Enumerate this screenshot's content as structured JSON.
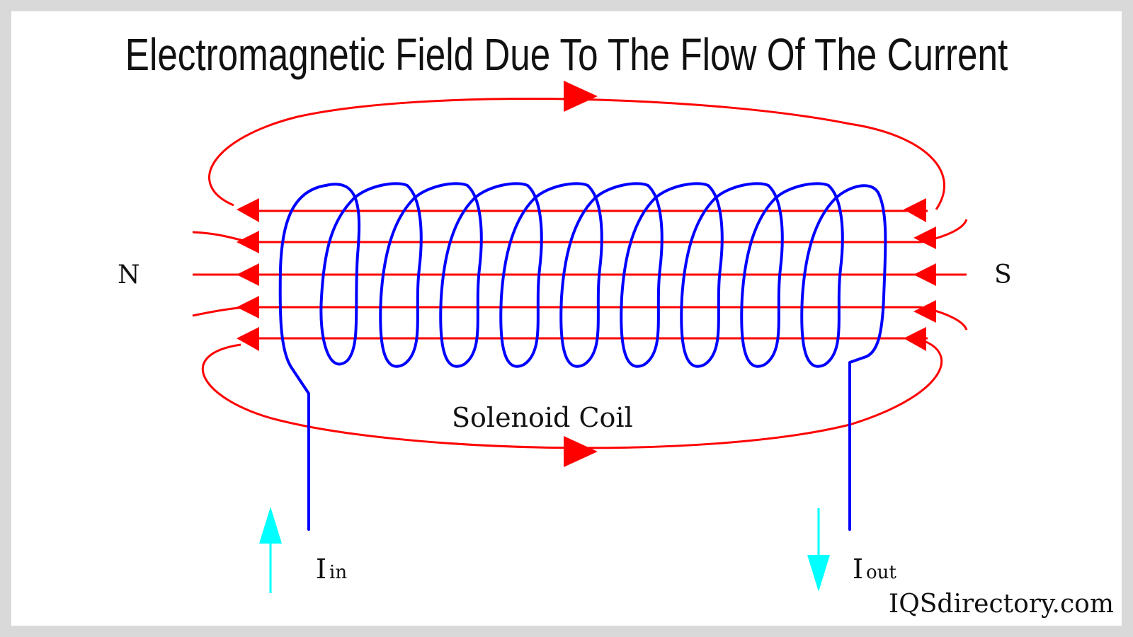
{
  "diagram": {
    "title": "Electromagnetic Field Due To The Flow Of The Current",
    "poles": {
      "north": "N",
      "south": "S"
    },
    "coil_label": "Solenoid Coil",
    "current_in": {
      "symbol": "I",
      "subscript": "in"
    },
    "current_out": {
      "symbol": "I",
      "subscript": "out"
    },
    "watermark": "IQSdirectory.com",
    "colors": {
      "field_lines": "#ff0000",
      "coil": "#0000ff",
      "current_arrows": "#00ffff",
      "text": "#111111",
      "background": "#ffffff",
      "border": "#d9d9d9"
    }
  }
}
